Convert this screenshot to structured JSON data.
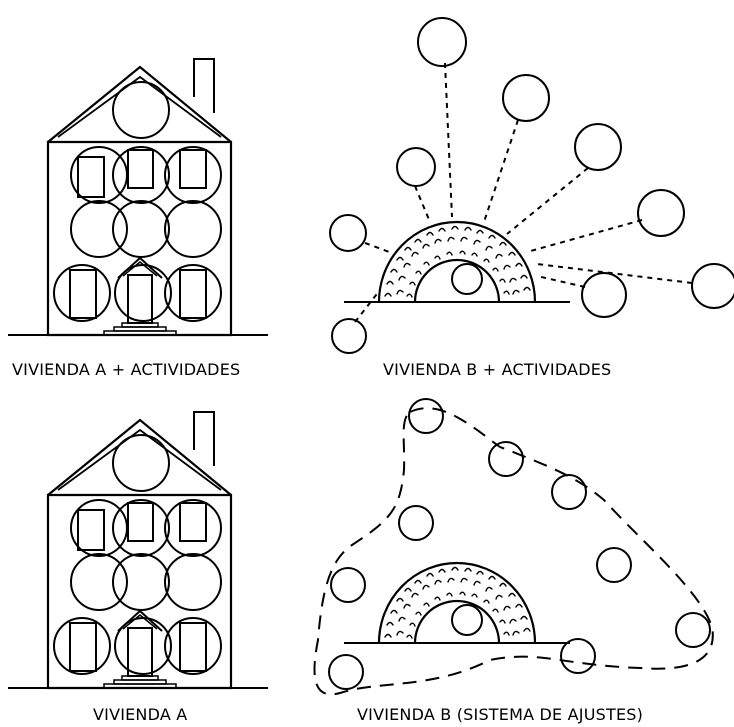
{
  "panels": {
    "top_left": {
      "caption": "VIVIENDA A + ACTIVIDADES"
    },
    "top_right": {
      "caption": "VIVIENDA B + ACTIVIDADES"
    },
    "bottom_left": {
      "caption": "VIVIENDA A"
    },
    "bottom_right": {
      "caption": "VIVIENDA B (SISTEMA DE AJUSTES)"
    }
  },
  "colors": {
    "stroke": "#000000",
    "background": "#ffffff"
  }
}
